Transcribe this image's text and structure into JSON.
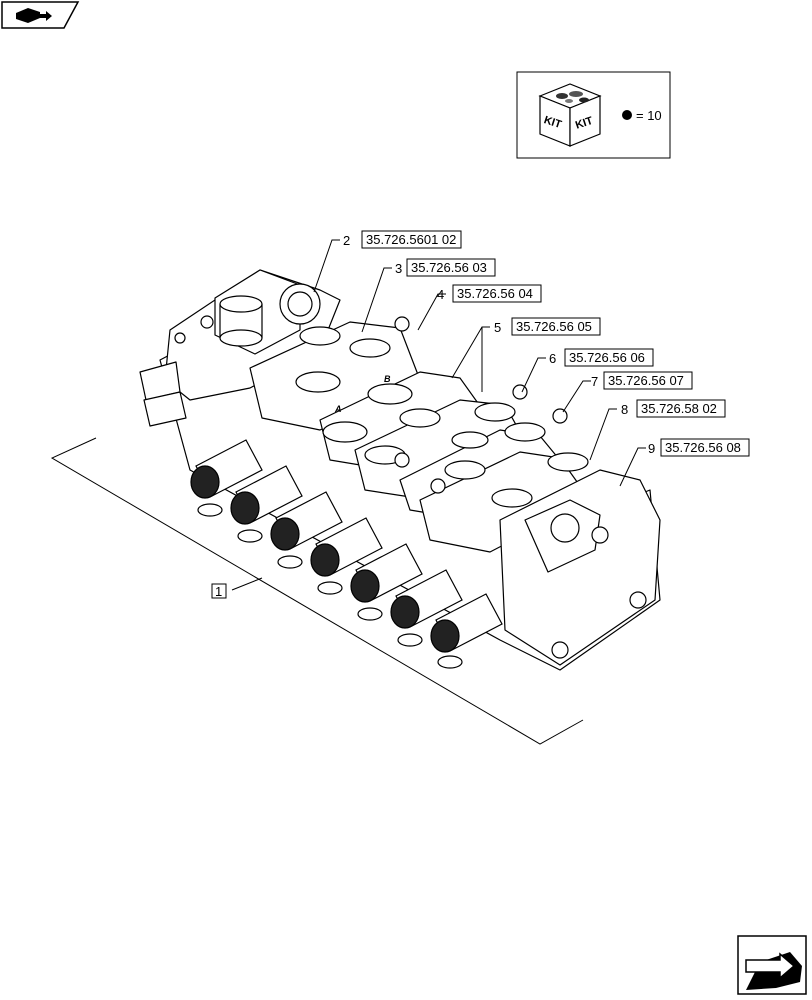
{
  "kit_box": {
    "kit_label_left": "KIT",
    "kit_label_right": "KIT",
    "dot_legend": "= 10"
  },
  "assembly_label": "1",
  "port_labels": [
    "A",
    "B"
  ],
  "callouts": [
    {
      "num": "2",
      "ref": "35.726.5601 02"
    },
    {
      "num": "3",
      "ref": "35.726.56 03"
    },
    {
      "num": "4",
      "ref": "35.726.56 04"
    },
    {
      "num": "5",
      "ref": "35.726.56 05"
    },
    {
      "num": "6",
      "ref": "35.726.56 06"
    },
    {
      "num": "7",
      "ref": "35.726.56 07"
    },
    {
      "num": "8",
      "ref": "35.726.58 02"
    },
    {
      "num": "9",
      "ref": "35.726.56 08"
    }
  ]
}
